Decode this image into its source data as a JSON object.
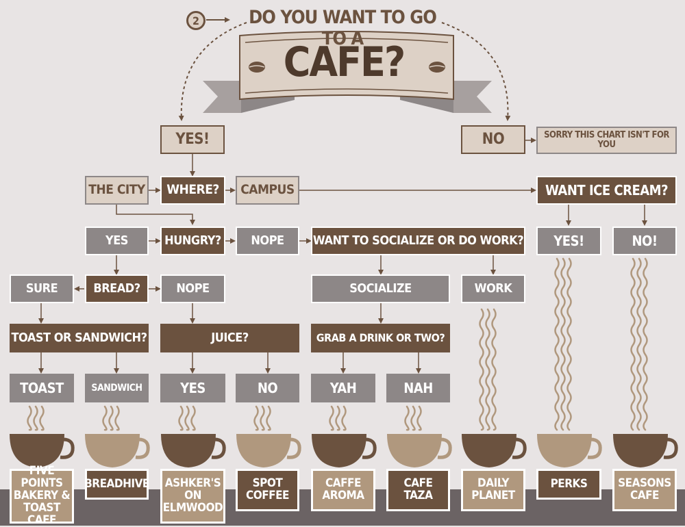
{
  "step_number": "2",
  "title": {
    "line1": "DO YOU WANT TO GO TO A",
    "line2": "CAFE?"
  },
  "nodes": {
    "yes": "YES!",
    "no": "NO",
    "sorry": "SORRY THIS CHART ISN'T FOR YOU",
    "the_city": "THE CITY",
    "where": "WHERE?",
    "campus": "CAMPUS",
    "ice_cream": "WANT ICE CREAM?",
    "hungry_yes": "YES",
    "hungry": "HUNGRY?",
    "hungry_nope": "NOPE",
    "socialize_or_work": "WANT TO SOCIALIZE OR DO WORK?",
    "ice_yes": "YES!",
    "ice_no": "NO!",
    "sure": "SURE",
    "bread": "BREAD?",
    "bread_nope": "NOPE",
    "socialize": "SOCIALIZE",
    "work": "WORK",
    "toast_or_sandwich": "TOAST OR SANDWICH?",
    "juice": "JUICE?",
    "grab_drink": "GRAB A DRINK OR TWO?",
    "toast": "TOAST",
    "sandwich": "SANDWICH",
    "juice_yes": "YES",
    "juice_no": "NO",
    "yah": "YAH",
    "nah": "NAH"
  },
  "cafes": [
    {
      "name": "FIVE POINTS BAKERY & TOAST CAFE",
      "lines": [
        "FIVE POINTS",
        "BAKERY &",
        "TOAST CAFE"
      ],
      "cup": "#6b523f",
      "label_style": "tan"
    },
    {
      "name": "BREADHIVE",
      "lines": [
        "BREADHIVE"
      ],
      "cup": "#b0987e",
      "label_style": "brn"
    },
    {
      "name": "ASHKER'S ON ELMWOOD",
      "lines": [
        "ASHKER'S",
        "ON",
        "ELMWOOD"
      ],
      "cup": "#6b523f",
      "label_style": "tan"
    },
    {
      "name": "SPOT COFFEE",
      "lines": [
        "SPOT",
        "COFFEE"
      ],
      "cup": "#b0987e",
      "label_style": "brn"
    },
    {
      "name": "CAFFE AROMA",
      "lines": [
        "CAFFE",
        "AROMA"
      ],
      "cup": "#6b523f",
      "label_style": "tan"
    },
    {
      "name": "CAFE TAZA",
      "lines": [
        "CAFE",
        "TAZA"
      ],
      "cup": "#b0987e",
      "label_style": "brn"
    },
    {
      "name": "DAILY PLANET",
      "lines": [
        "DAILY",
        "PLANET"
      ],
      "cup": "#6b523f",
      "label_style": "tan"
    },
    {
      "name": "PERKS",
      "lines": [
        "PERKS"
      ],
      "cup": "#b0987e",
      "label_style": "brn"
    },
    {
      "name": "SEASONS CAFE",
      "lines": [
        "SEASONS",
        "CAFE"
      ],
      "cup": "#6b523f",
      "label_style": "tan"
    }
  ],
  "colors": {
    "dark_brown": "#6b523f",
    "tan": "#b0987e",
    "gray": "#8d8787",
    "cream": "#ddd1c6",
    "background": "#e8e4e4"
  }
}
